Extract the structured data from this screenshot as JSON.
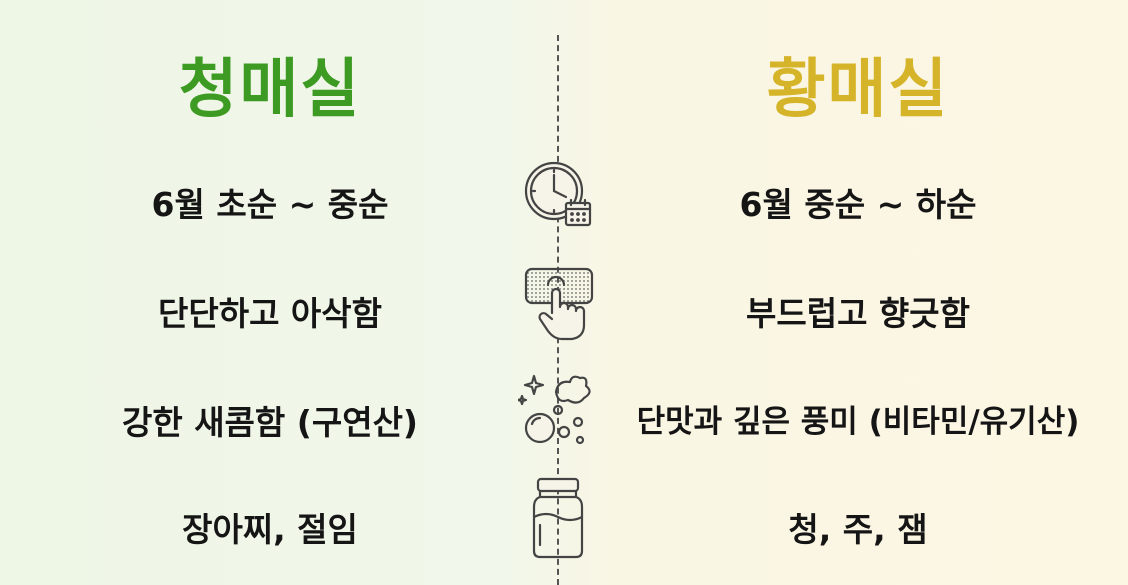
{
  "left": {
    "title": "청매실",
    "color": "#3d9a22",
    "items": [
      "6월 초순 ~ 중순",
      "단단하고 아삭함",
      "강한 새콤함 (구연산)",
      "장아찌, 절임"
    ]
  },
  "right": {
    "title": "황매실",
    "color": "#d6b42a",
    "items": [
      "6월 중순 ~ 하순",
      "부드럽고 향긋함",
      "단맛과 깊은 풍미 (비타민/유기산)",
      "청, 주, 잼"
    ]
  },
  "icons": [
    "clock-calendar-icon",
    "touch-texture-icon",
    "sparkle-splash-icon",
    "jar-icon"
  ]
}
